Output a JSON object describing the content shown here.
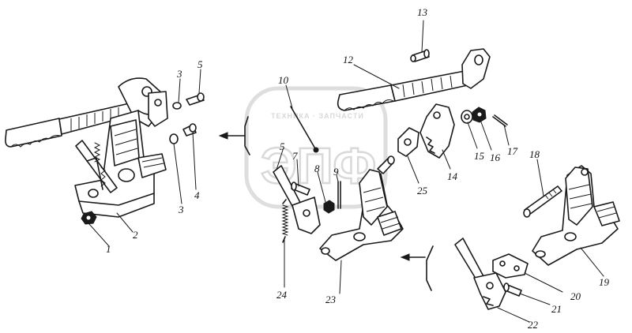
{
  "watermark": {
    "top_text": "ТЕХНИКА · ЗАПЧАСТИ",
    "big_text": "ЭПФ"
  },
  "callouts": [
    {
      "id": "1",
      "text": "1"
    },
    {
      "id": "2",
      "text": "2"
    },
    {
      "id": "3a",
      "text": "3"
    },
    {
      "id": "3b",
      "text": "3"
    },
    {
      "id": "4",
      "text": "4"
    },
    {
      "id": "5a",
      "text": "5"
    },
    {
      "id": "5b",
      "text": "5"
    },
    {
      "id": "7",
      "text": "7"
    },
    {
      "id": "8",
      "text": "8"
    },
    {
      "id": "9",
      "text": "9"
    },
    {
      "id": "10",
      "text": "10"
    },
    {
      "id": "12",
      "text": "12"
    },
    {
      "id": "13",
      "text": "13"
    },
    {
      "id": "14",
      "text": "14"
    },
    {
      "id": "15",
      "text": "15"
    },
    {
      "id": "16",
      "text": "16"
    },
    {
      "id": "17",
      "text": "17"
    },
    {
      "id": "18",
      "text": "18"
    },
    {
      "id": "19",
      "text": "19"
    },
    {
      "id": "20",
      "text": "20"
    },
    {
      "id": "21",
      "text": "21"
    },
    {
      "id": "22",
      "text": "22"
    },
    {
      "id": "23",
      "text": "23"
    },
    {
      "id": "24",
      "text": "24"
    },
    {
      "id": "25",
      "text": "25"
    }
  ]
}
